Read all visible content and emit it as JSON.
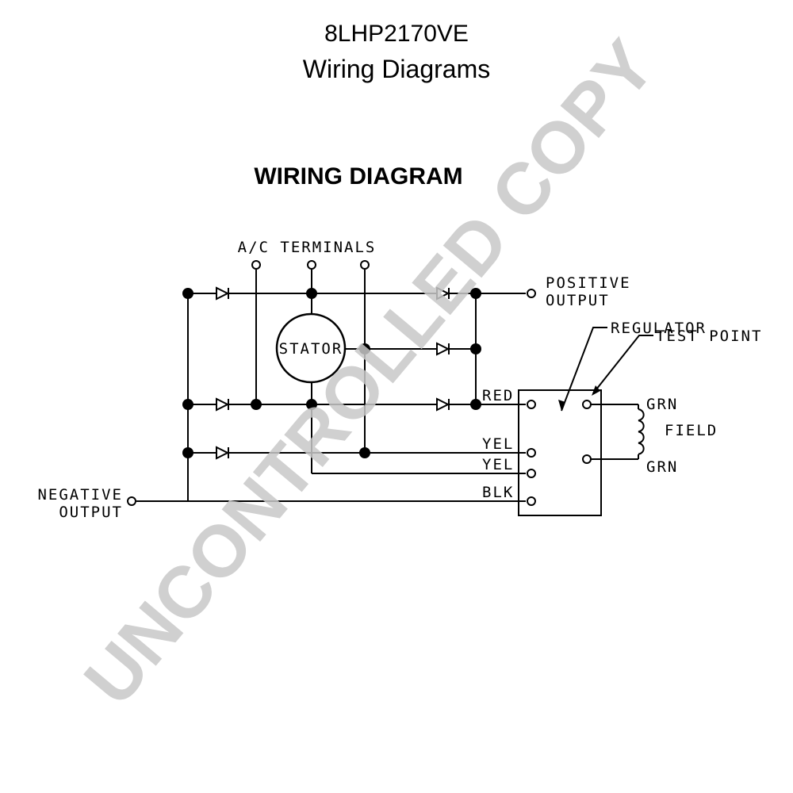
{
  "header": {
    "model": "8LHP2170VE",
    "subtitle": "Wiring Diagrams"
  },
  "diagram": {
    "heading": "WIRING DIAGRAM",
    "labels": {
      "ac_terminals": "A/C TERMINALS",
      "stator": "STATOR",
      "positive_line1": "POSITIVE",
      "positive_line2": "OUTPUT",
      "negative_line1": "NEGATIVE",
      "negative_line2": "OUTPUT",
      "regulator": "REGULATOR",
      "test_point": "TEST POINT",
      "red": "RED",
      "yel1": "YEL",
      "yel2": "YEL",
      "blk": "BLK",
      "grn_top": "GRN",
      "grn_bottom": "GRN",
      "field": "FIELD"
    }
  },
  "watermark": {
    "text": "UNCONTROLLED COPY",
    "color": "#c8c8c8"
  }
}
